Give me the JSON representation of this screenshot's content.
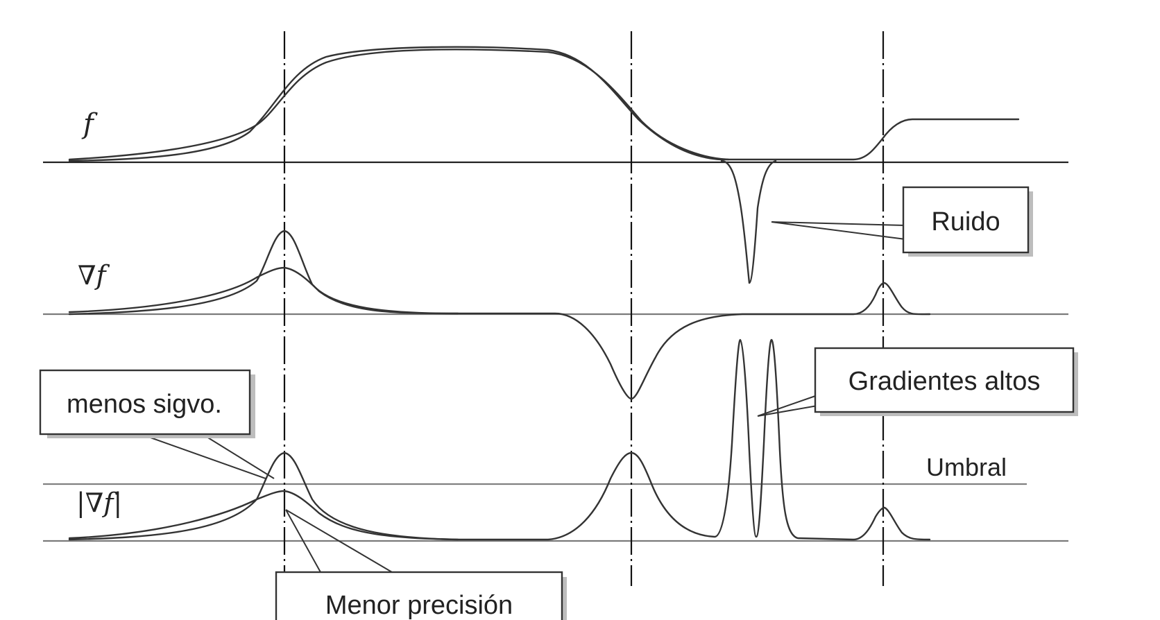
{
  "symbols": {
    "f": "f",
    "gradient": "∇f",
    "gradient_magnitude": "|∇f|"
  },
  "callouts": {
    "noise": "Ruido",
    "high_gradients": "Gradientes altos",
    "less_significant": "menos sigvo.",
    "lower_precision": "Menor precisión"
  },
  "labels": {
    "threshold": "Umbral"
  },
  "colors": {
    "stroke": "#333333",
    "threshold_line": "#808080",
    "background": "#ffffff"
  }
}
